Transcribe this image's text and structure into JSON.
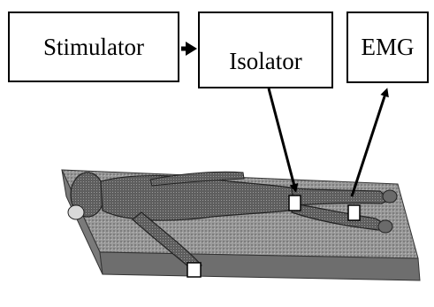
{
  "boxes": {
    "stimulator": "Stimulator",
    "isolator": "Isolator",
    "emg": "EMG"
  },
  "colors": {
    "ink": "#000000",
    "mattress": "#8c8c8c",
    "mattress_top": "#a9a9a9",
    "body": "#6a6a6a",
    "electrode": "#ffffff"
  },
  "icons": [
    "patient-figure",
    "mattress",
    "electrode-band"
  ]
}
